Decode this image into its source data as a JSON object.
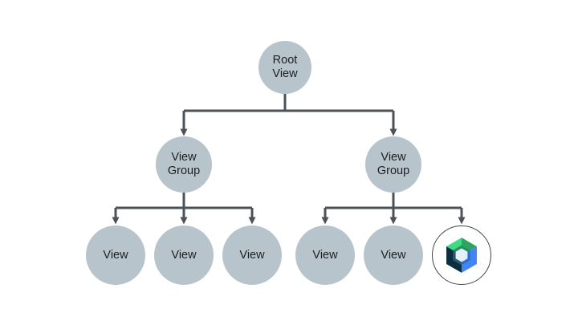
{
  "page": {
    "background": "#ffffff"
  },
  "diagram": {
    "name": "view-hierarchy-tree",
    "colors": {
      "node_fill": "#b8c4cb",
      "node_text": "#1c1e21",
      "connector": "#4b5359",
      "compose_node_bg": "#ffffff",
      "compose_node_border": "#3e464c"
    },
    "nodes": [
      {
        "id": "root-view",
        "label": "Root\nView"
      },
      {
        "id": "view-group-left",
        "label": "View\nGroup"
      },
      {
        "id": "view-group-right",
        "label": "View\nGroup"
      },
      {
        "id": "view-1",
        "label": "View"
      },
      {
        "id": "view-2",
        "label": "View"
      },
      {
        "id": "view-3",
        "label": "View"
      },
      {
        "id": "view-4",
        "label": "View"
      },
      {
        "id": "view-5",
        "label": "View"
      },
      {
        "id": "compose-node",
        "label": "",
        "icon": "jetpack-compose-icon"
      }
    ],
    "compose_logo_colors": {
      "green_light": "#3ddc84",
      "green_dark": "#2da560",
      "blue": "#4285f4",
      "navy": "#0b2f40",
      "bevel_green": "#27935a",
      "bevel_blue": "#2e6fd0",
      "bevel_slate": "#2c566b",
      "center": "#e4f1fc"
    }
  }
}
